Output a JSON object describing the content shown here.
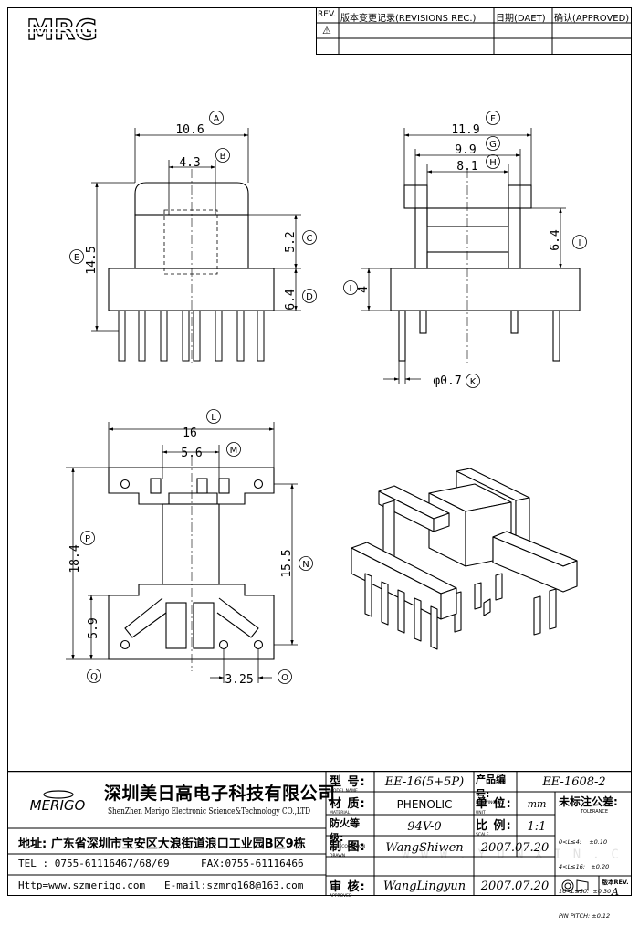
{
  "logo": {
    "text": "MRG"
  },
  "revisions": {
    "rev_header": "REV.",
    "desc_header": "版本变更记录(REVISIONS REC.)",
    "date_header": "日期(DAET)",
    "approved_header": "确认(APPROVED)",
    "rev_symbol": "⚠"
  },
  "dimensions": {
    "A": {
      "value": "10.6",
      "label": "A"
    },
    "B": {
      "value": "4.3",
      "label": "B"
    },
    "C": {
      "value": "5.2",
      "label": "C"
    },
    "D": {
      "value": "6.4",
      "label": "D"
    },
    "E": {
      "value": "14.5",
      "label": "E"
    },
    "F": {
      "value": "11.9",
      "label": "F"
    },
    "G": {
      "value": "9.9",
      "label": "G"
    },
    "H": {
      "value": "8.1",
      "label": "H"
    },
    "I_right": {
      "value": "6.4",
      "label": "I"
    },
    "I_left": {
      "value": "4",
      "label": "I"
    },
    "K": {
      "value": "φ0.7",
      "label": "K"
    },
    "L": {
      "value": "16",
      "label": "L"
    },
    "M": {
      "value": "5.6",
      "label": "M"
    },
    "P": {
      "value": "18.4",
      "label": "P"
    },
    "N": {
      "value": "15.5",
      "label": "N"
    },
    "Q": {
      "value": "5.9",
      "label": "Q"
    },
    "O": {
      "value": "3.25",
      "label": "O"
    }
  },
  "title_block": {
    "company_logo": "MERIGO",
    "company_cn": "深圳美日高电子科技有限公司",
    "company_en": "ShenZhen Merigo Electronic Science&Technology CO.,LTD",
    "address": "地址: 广东省深圳市宝安区大浪街道浪口工业园B区9栋",
    "tel": "TEL : 0755-61116467/68/69",
    "fax": "FAX:0755-61116466",
    "web": "Http=www.szmerigo.com",
    "email": "E-mail:szmrg168@163.com",
    "model_label": "型 号:",
    "model_sub": "MODEL NAME",
    "model_value": "EE-16(5+5P)",
    "drawing_no_label": "产品编号:",
    "drawing_no_sub": "DRAWING NO.",
    "drawing_no_value": "EE-1608-2",
    "material_label": "材 质:",
    "material_sub": "MATERIAL",
    "material_value": "PHENOLIC",
    "unit_label": "单 位:",
    "unit_sub": "UNIT",
    "unit_value": "mm",
    "tolerance_label": "未标注公差:",
    "tolerance_sub": "TOLERANCE",
    "tolerance_rows": [
      "0<L≤4:    ±0.10",
      "4<L≤16:   ±0.20",
      "16<L≤50:  ±0.30",
      "PIN PITCH: ±0.12"
    ],
    "ul_label": "防火等级:",
    "ul_sub": "UL RECOGNITION",
    "ul_value": "94V-0",
    "scale_label": "比 例:",
    "scale_sub": "SCALE",
    "scale_value": "1:1",
    "drawn_label": "制 图:",
    "drawn_sub": "DRAWN",
    "drawn_value": "WangShiwen",
    "drawn_date": "2007.07.20",
    "approved_label": "审 核:",
    "approved_sub": "APPROVED",
    "approved_value": "WangLingyun",
    "approved_date": "2007.07.20",
    "version_label": "版本REV.",
    "version_value": "A",
    "watermark": "W W W . Y U N X I N . C O M"
  }
}
